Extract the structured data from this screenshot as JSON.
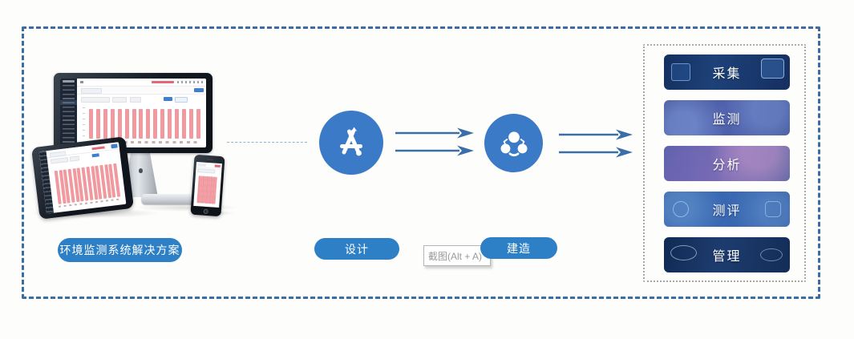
{
  "window": {
    "background": "#fdfdfb"
  },
  "diagram": {
    "source": {
      "label": "环境监测系统解决方案"
    },
    "steps": [
      {
        "label": "设计"
      },
      {
        "label": "建造"
      }
    ],
    "tooltip": {
      "text": "截图(Alt + A)"
    },
    "outcomes": {
      "items": [
        "采集",
        "监测",
        "分析",
        "测评",
        "管理"
      ]
    }
  },
  "icons": {
    "design": "app-store-a-icon",
    "build": "team-network-icon",
    "flow": "double-right-arrow-icon",
    "devices": "imac-tablet-phone-mockup"
  },
  "colors": {
    "circle_blue": "#3b7ac6",
    "pill_blue": "#2e80c6",
    "arrow_blue": "#3a6ea8",
    "frame_dashed_blue": "#3a6ca5",
    "panel_dotted_gray": "#a8a8a8",
    "chart_bar_pink": "#f09aa0",
    "banner_navy": "#14305f"
  }
}
